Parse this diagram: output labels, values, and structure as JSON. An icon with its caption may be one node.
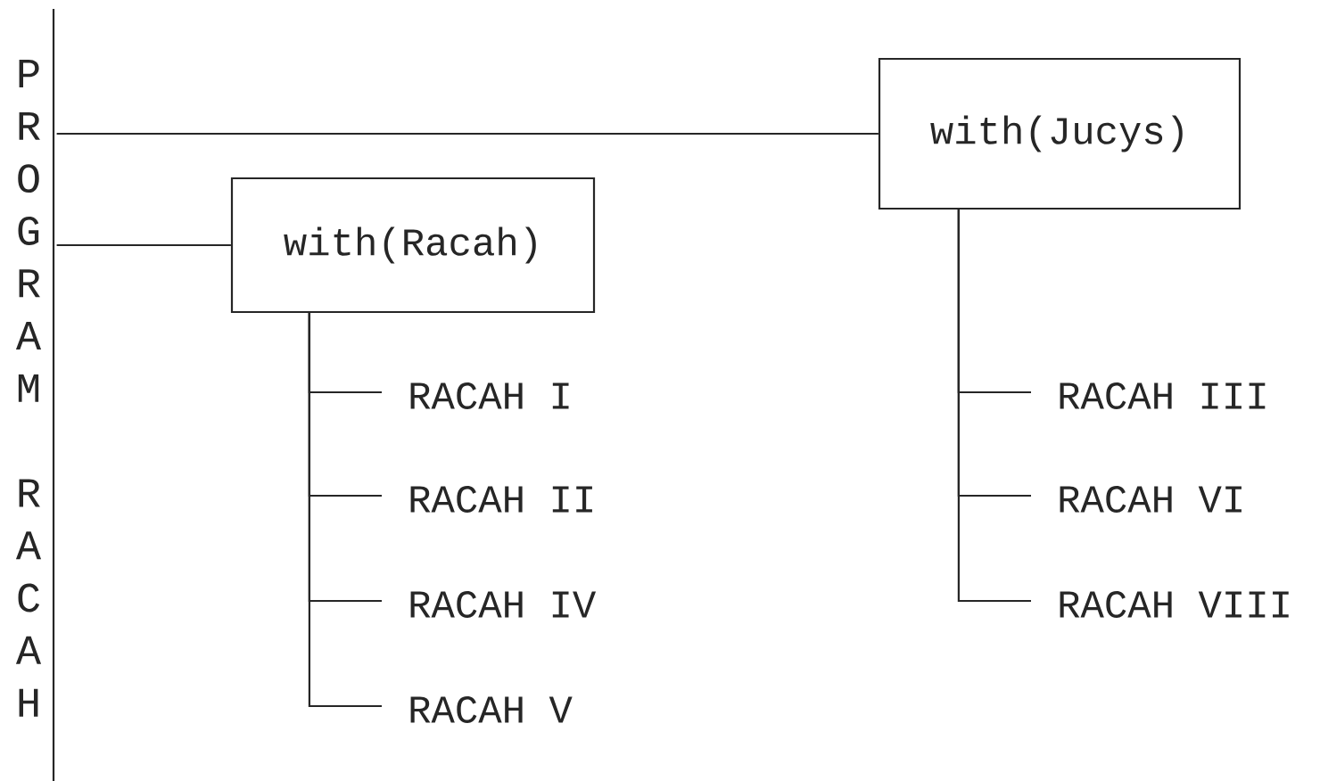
{
  "diagram": {
    "nodes": [
      {
        "text": [
          "PROGRAM",
          "RACAH"
        ]
      },
      {
        "text": [
          "with(Racah)"
        ]
      },
      {
        "text": [
          "with(Jucys)"
        ]
      },
      {
        "text": [
          "RACAH I"
        ]
      },
      {
        "text": [
          "RACAH II"
        ]
      },
      {
        "text": [
          "RACAH IV"
        ]
      },
      {
        "text": [
          "RACAH V"
        ]
      },
      {
        "text": [
          "RACAH III"
        ]
      },
      {
        "text": [
          "RACAH VI"
        ]
      },
      {
        "text": [
          "RACAH VIII"
        ]
      }
    ],
    "edges": [
      {
        "from": 0,
        "to": 2,
        "arrow": "none"
      },
      {
        "from": 0,
        "to": 1,
        "arrow": "none"
      },
      {
        "from": 1,
        "to": 3,
        "arrow": "none"
      },
      {
        "from": 1,
        "to": 4,
        "arrow": "none"
      },
      {
        "from": 1,
        "to": 5,
        "arrow": "none"
      },
      {
        "from": 1,
        "to": 6,
        "arrow": "none"
      },
      {
        "from": 2,
        "to": 7,
        "arrow": "none"
      },
      {
        "from": 2,
        "to": 8,
        "arrow": "none"
      },
      {
        "from": 2,
        "to": 9,
        "arrow": "none"
      }
    ]
  }
}
